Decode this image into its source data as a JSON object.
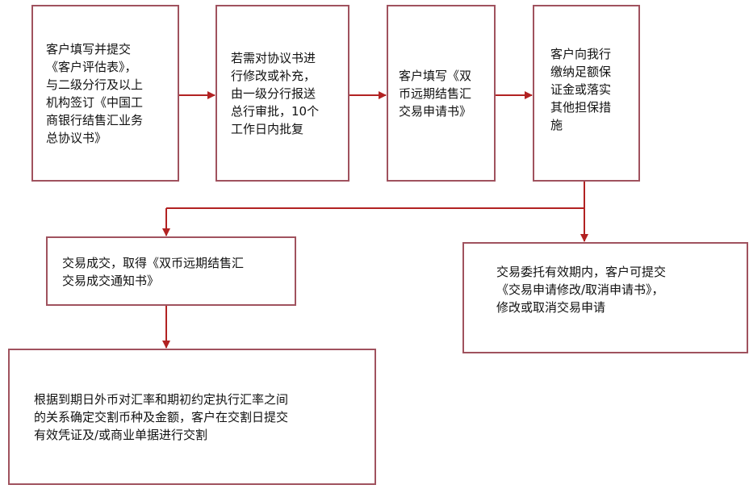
{
  "colors": {
    "border": "#a0525e",
    "arrow": "#b22222"
  },
  "steps": {
    "s1": "客户填写并提交\n《客户评估表》，\n与二级分行及以上\n机构签订《中国工\n商银行结售汇业务\n总协议书》",
    "s2": "若需对协议书进\n行修改或补充，\n由一级分行报送\n总行审批，10个\n工作日内批复",
    "s3": "客户填写《双\n币远期结售汇\n交易申请书》",
    "s4": "客户向我行\n缴纳足额保\n证金或落实\n其他担保措\n施",
    "s5": "交易成交，取得《双币远期结售汇\n交易成交通知书》",
    "s6": "交易委托有效期内，客户可提交\n《交易申请修改/取消申请书》，\n修改或取消交易申请",
    "s7": "根据到期日外币对汇率和期初约定执行汇率之间\n的关系确定交割币种及金额，客户在交割日提交\n有效凭证及/或商业单据进行交割"
  }
}
